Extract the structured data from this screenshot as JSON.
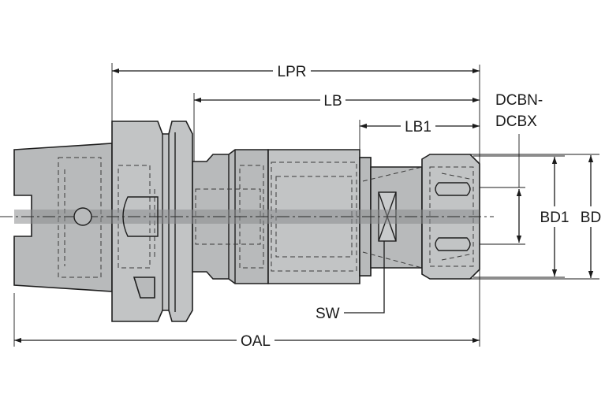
{
  "labels": {
    "lpr": "LPR",
    "lb": "LB",
    "lb1": "LB1",
    "dcbn_line1": "DCBN-",
    "dcbn_line2": "DCBX",
    "bd1": "BD1",
    "bd": "BD",
    "sw": "SW",
    "oal": "OAL"
  },
  "colors": {
    "body_fill": "#b8babb",
    "centerline_band": "#8a8c8e",
    "line": "#1e1e1e"
  }
}
